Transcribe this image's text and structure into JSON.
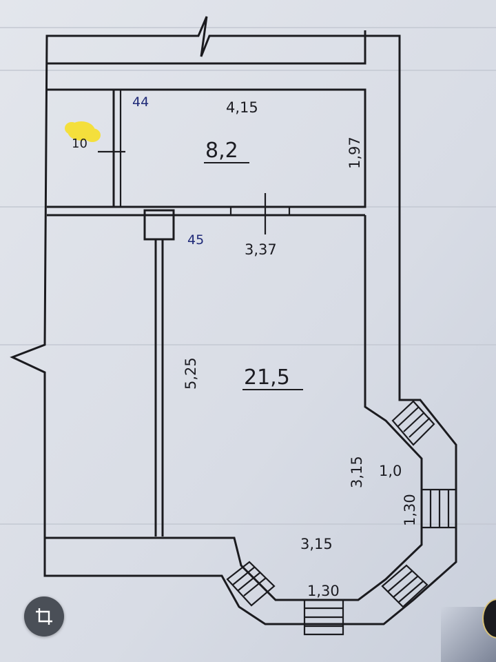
{
  "plan": {
    "room_small": {
      "area": "8,2",
      "width_label": "4,15",
      "height_label": "1,97",
      "number": "44",
      "hidden_number": "10"
    },
    "room_large": {
      "area": "21,5",
      "width_label": "3,37",
      "height_label": "5,25",
      "number": "45"
    },
    "bay": {
      "side_label": "3,15",
      "segment_label": "1,0",
      "window_label": "1,30",
      "bottom_label": "3,15",
      "bottom_window_label": "1,30"
    }
  },
  "colors": {
    "line": "#1b1b1f",
    "room_number": "#1f2a78",
    "highlight": "#f4df3c"
  },
  "icons": {
    "crop": "crop-icon"
  }
}
